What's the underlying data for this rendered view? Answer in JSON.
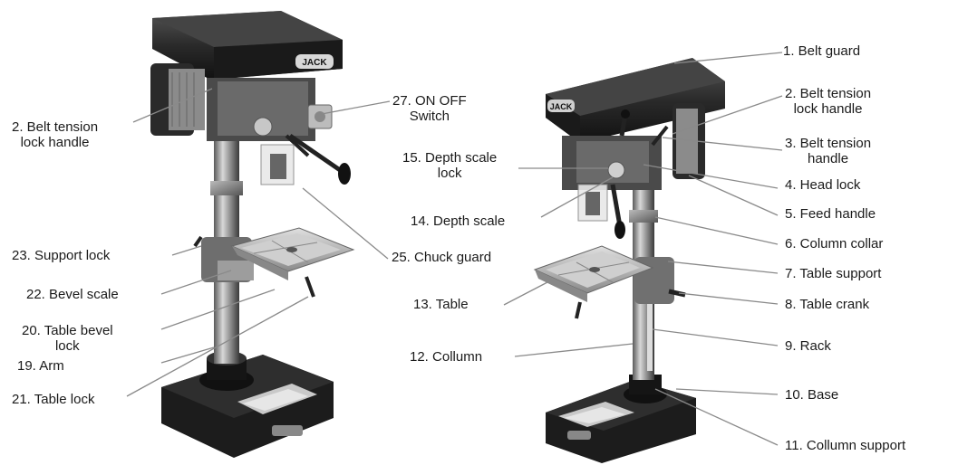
{
  "labels": {
    "belt_guard": "1. Belt guard",
    "belt_tension_lock_handle_r1": "2. Belt tension",
    "belt_tension_lock_handle_r2": "lock handle",
    "belt_tension_handle_1": "3. Belt tension",
    "belt_tension_handle_2": "handle",
    "head_lock": "4. Head lock",
    "feed_handle": "5. Feed handle",
    "column_collar": "6. Column collar",
    "table_support": "7. Table support",
    "table_crank": "8. Table crank",
    "rack": "9. Rack",
    "base": "10. Base",
    "collumn_support": "11. Collumn support",
    "collumn": "12. Collumn",
    "table": "13. Table",
    "depth_scale": "14. Depth scale",
    "depth_scale_lock_1": "15. Depth scale",
    "depth_scale_lock_2": "lock",
    "belt_tension_lock_handle_l1": "2. Belt tension",
    "belt_tension_lock_handle_l2": "lock handle",
    "on_off_switch_1": "27. ON OFF",
    "on_off_switch_2": "Switch",
    "chuck_guard": "25. Chuck guard",
    "support_lock": "23. Support lock",
    "bevel_scale": "22. Bevel scale",
    "table_bevel_lock_1": "20. Table bevel",
    "table_bevel_lock_2": "lock",
    "arm": "19. Arm",
    "table_lock": "21. Table lock"
  },
  "logo_text": "JACK"
}
